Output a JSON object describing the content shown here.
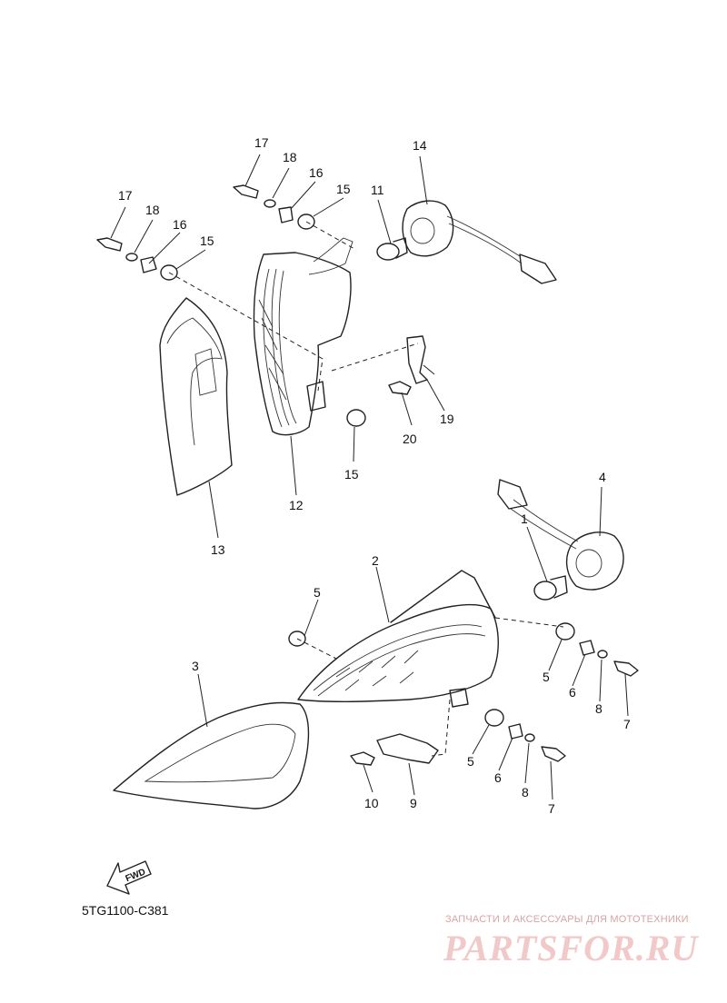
{
  "diagram": {
    "code": "5TG1100-C381",
    "fwd_label": "FWD",
    "callouts": {
      "c1": "1",
      "c2": "2",
      "c3": "3",
      "c4": "4",
      "c5a": "5",
      "c5b": "5",
      "c5c": "5",
      "c6a": "6",
      "c6b": "6",
      "c7a": "7",
      "c7b": "7",
      "c8a": "8",
      "c8b": "8",
      "c9": "9",
      "c10": "10",
      "c11": "11",
      "c12": "12",
      "c13": "13",
      "c14": "14",
      "c15a": "15",
      "c15b": "15",
      "c15c": "15",
      "c16a": "16",
      "c16b": "16",
      "c17a": "17",
      "c17b": "17",
      "c18a": "18",
      "c18b": "18",
      "c19": "19",
      "c20": "20"
    }
  },
  "watermark": {
    "tagline": "ЗАПЧАСТИ И АКСЕССУАРЫ ДЛЯ МОТОТЕХНИКИ",
    "logo": "PARTSFOR.RU",
    "color": "#f2c9c9"
  }
}
